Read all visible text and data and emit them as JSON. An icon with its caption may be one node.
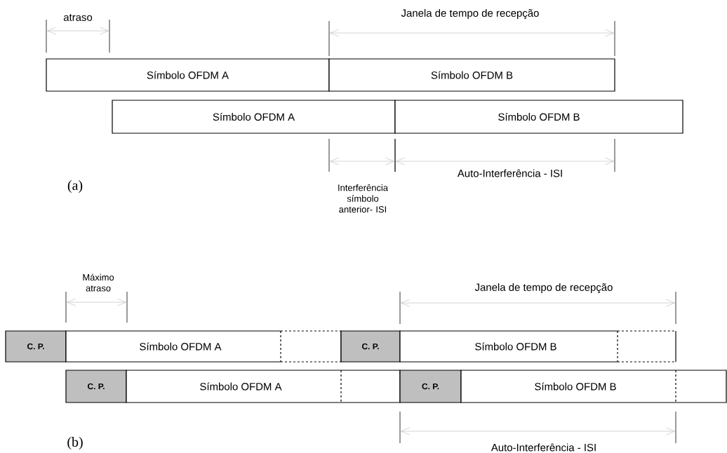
{
  "diagram": {
    "nodes": [
      {
        "text": [
          "Símbolo OFDM A"
        ]
      },
      {
        "text": [
          "Símbolo OFDM B"
        ]
      },
      {
        "text": [
          "Símbolo OFDM A"
        ]
      },
      {
        "text": [
          "Símbolo OFDM B"
        ]
      },
      {
        "text": [
          "C. P."
        ]
      },
      {
        "text": [
          "Símbolo OFDM A"
        ]
      },
      {
        "text": [
          "C. P."
        ]
      },
      {
        "text": [
          "Símbolo OFDM B"
        ]
      },
      {
        "text": [
          "C. P."
        ]
      },
      {
        "text": [
          "Símbolo OFDM A"
        ]
      },
      {
        "text": [
          "C. P."
        ]
      },
      {
        "text": [
          "Símbolo OFDM B"
        ]
      }
    ],
    "labels": [
      "atraso",
      "Janela de tempo de recepção",
      "Interferência símbolo anterior- ISI",
      "Auto-Interferência - ISI",
      "(a)",
      "Máximo atraso",
      "Janela de tempo de recepção",
      "Auto-Interferência - ISI",
      "(b)"
    ]
  }
}
